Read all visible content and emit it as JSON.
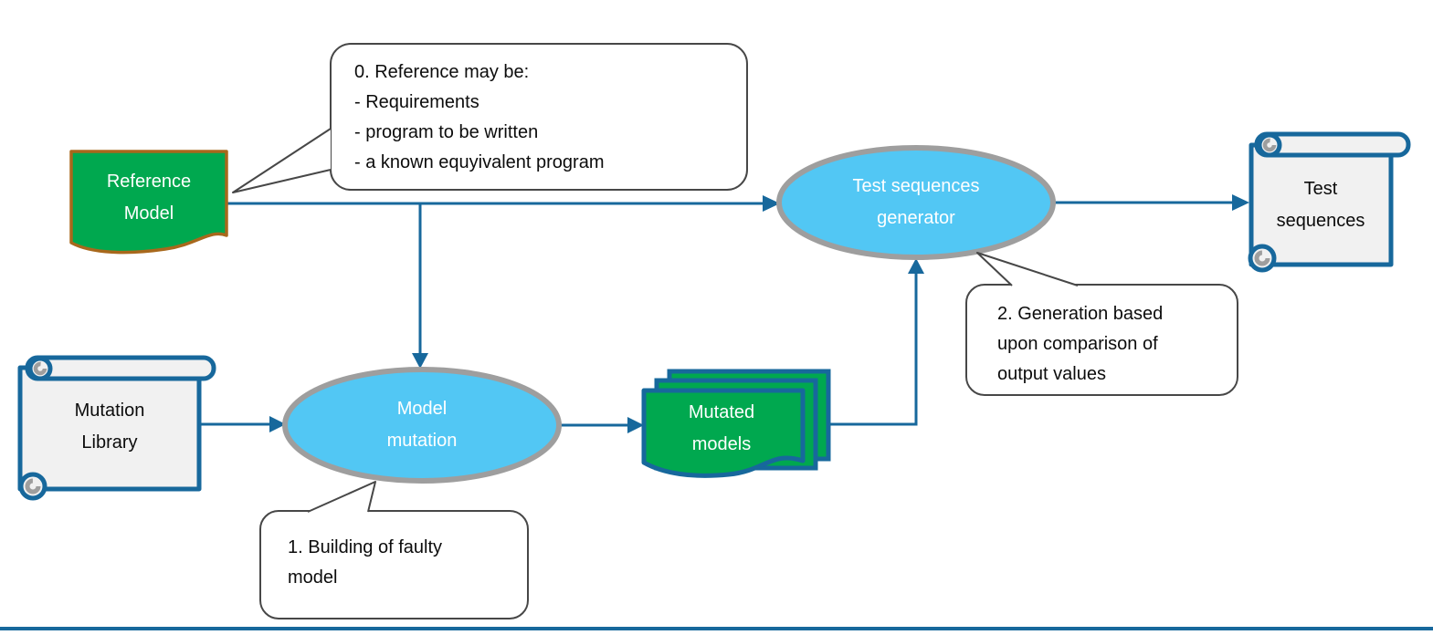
{
  "diagram": {
    "title_hint": "mutation-testing workflow diagram",
    "nodes": {
      "reference_model": {
        "label": "Reference\nModel",
        "shape": "document",
        "fill": "#00a84f",
        "border": "#a8681c"
      },
      "mutation_library": {
        "label": "Mutation\nLibrary",
        "shape": "scroll",
        "fill": "#f1f1f1",
        "border": "#17689c"
      },
      "model_mutation": {
        "label": "Model\nmutation",
        "shape": "ellipse",
        "fill": "#52c7f4",
        "border": "#9e9e9e"
      },
      "mutated_models": {
        "label": "Mutated\nmodels",
        "shape": "stacked-documents",
        "fill": "#00a84f",
        "border": "#17689c"
      },
      "test_sequences_generator": {
        "label": "Test sequences\ngenerator",
        "shape": "ellipse",
        "fill": "#52c7f4",
        "border": "#9e9e9e"
      },
      "test_sequences": {
        "label": "Test\nsequences",
        "shape": "scroll",
        "fill": "#f1f1f1",
        "border": "#17689c"
      }
    },
    "callouts": {
      "note0": {
        "text": "0. Reference may be:\n- Requirements\n- program to be written\n- a known equyivalent program",
        "points_to": "reference_model"
      },
      "note1": {
        "text": "1. Building of faulty\nmodel",
        "points_to": "model_mutation"
      },
      "note2": {
        "text": "2. Generation based\nupon comparison of\noutput values",
        "points_to": "test_sequences_generator"
      }
    },
    "edges": [
      {
        "from": "reference_model",
        "to": "test_sequences_generator"
      },
      {
        "from": "reference_model",
        "to": "model_mutation"
      },
      {
        "from": "mutation_library",
        "to": "model_mutation"
      },
      {
        "from": "model_mutation",
        "to": "mutated_models"
      },
      {
        "from": "mutated_models",
        "to": "test_sequences_generator"
      },
      {
        "from": "test_sequences_generator",
        "to": "test_sequences"
      }
    ],
    "colors": {
      "arrow": "#17689c",
      "green_fill": "#00a84f",
      "sky_fill": "#52c7f4",
      "gray_stroke": "#9e9e9e",
      "scroll_fill": "#f1f1f1",
      "scroll_stroke": "#17689c",
      "document_brown_stroke": "#a8681c",
      "callout_stroke": "#474747",
      "footer_bar": "#17689c"
    }
  }
}
